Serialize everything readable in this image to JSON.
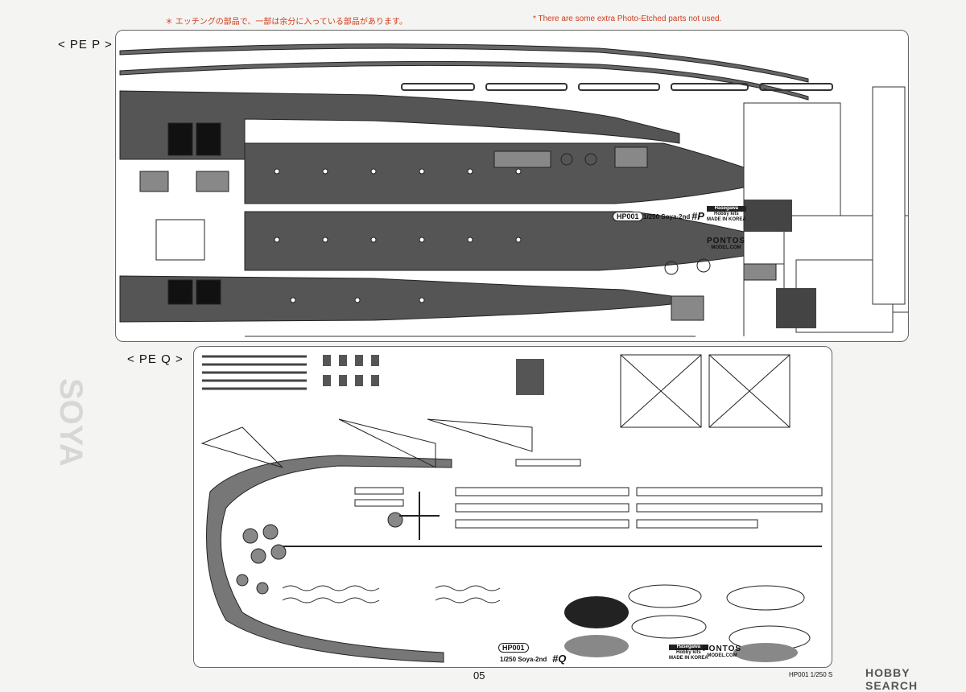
{
  "notes": {
    "jp": "＊ エッチングの部品で、一部は余分に入っている部品があります。",
    "en": "* There are some extra Photo-Etched parts not used."
  },
  "sections": {
    "p_label": "< PE P >",
    "q_label": "< PE Q >"
  },
  "fret_p": {
    "id": "HP001",
    "scale": "1/250 Soya-2nd",
    "code": "#P",
    "brand_maker": "Hasegawa",
    "brand_line": "Hobby kits",
    "brand_origin": "MADE IN KOREA",
    "partner": "PONTOS",
    "partner_url": "MODEL.COM"
  },
  "fret_q": {
    "id": "HP001",
    "scale": "1/250 Soya-2nd",
    "code": "#Q",
    "brand_maker": "Hasegawa",
    "brand_line": "Hobby kits",
    "brand_origin": "MADE IN KOREA",
    "partner": "PONTOS",
    "partner_url": "MODEL.COM"
  },
  "footer": {
    "page": "05",
    "code": "HP001    1/250 S",
    "watermark": "HOBBY SEARCH"
  },
  "ghost_text": "SOYA"
}
